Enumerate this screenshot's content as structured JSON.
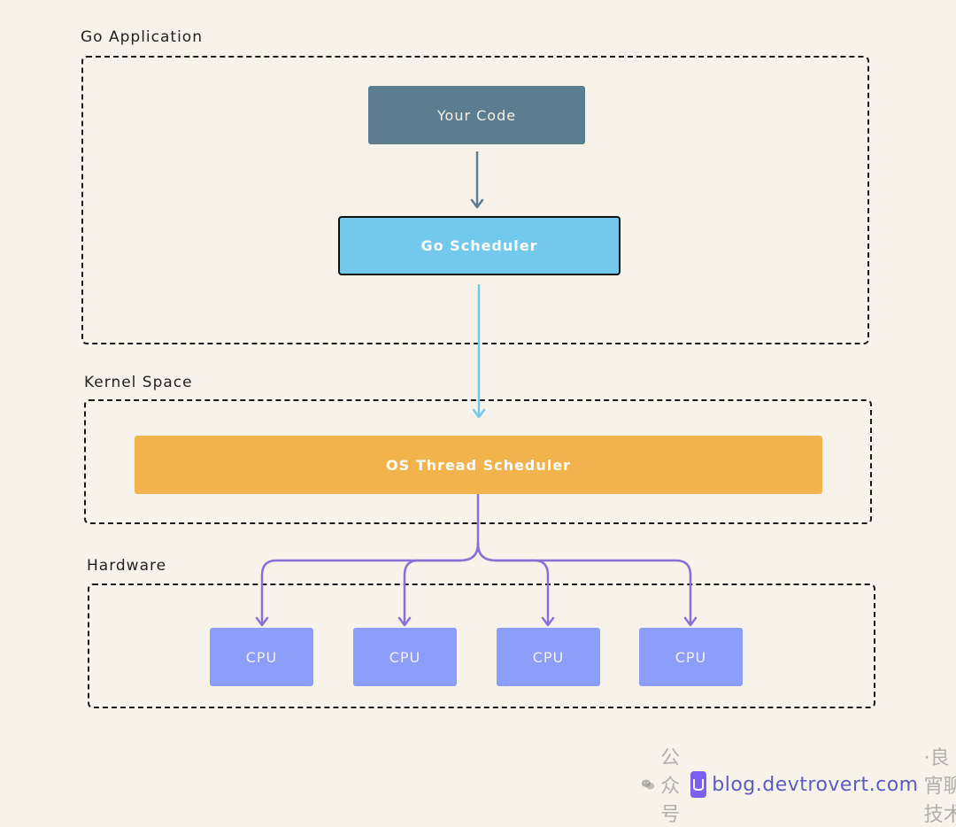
{
  "sections": {
    "application": "Go Application",
    "kernel": "Kernel Space",
    "hardware": "Hardware"
  },
  "nodes": {
    "your_code": "Your Code",
    "go_scheduler": "Go Scheduler",
    "os_scheduler": "OS Thread Scheduler",
    "cpus": [
      "CPU",
      "CPU",
      "CPU",
      "CPU"
    ]
  },
  "colors": {
    "background": "#f8f3ea",
    "your_code": "#5b7d8f",
    "go_scheduler": "#73c9ec",
    "os_scheduler": "#f2b34c",
    "cpu": "#8d9dfa",
    "arrow_code_to_go": "#5b7d8f",
    "arrow_go_to_os": "#73c9ec",
    "arrow_os_to_cpu": "#8b6fd8"
  },
  "watermark": {
    "prefix": "公众号",
    "url": "blog.devtrovert.com",
    "suffix": "·良宵聊技术"
  }
}
